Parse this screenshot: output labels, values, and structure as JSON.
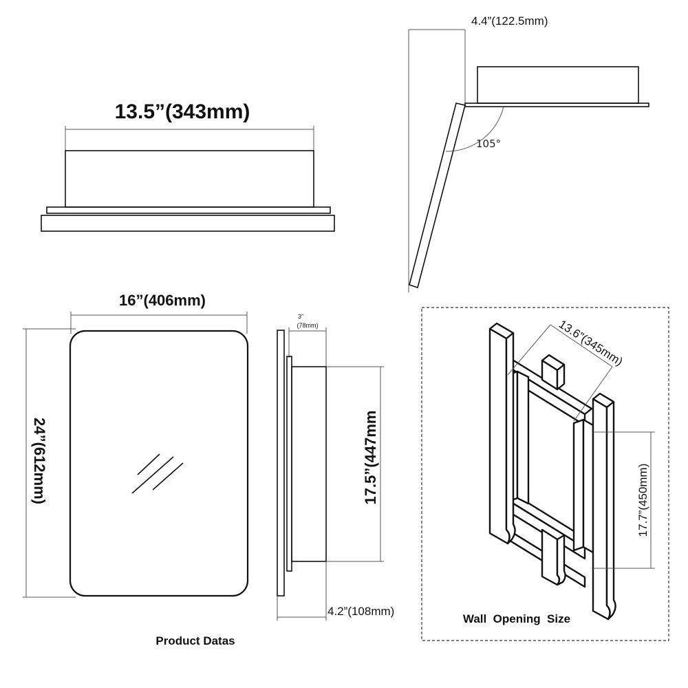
{
  "top_view": {
    "width_label": "13.5”(343mm)"
  },
  "side_open_view": {
    "depth_label": "4.4”(122.5mm)",
    "angle_label": "105°"
  },
  "front_view": {
    "width_label": "16”(406mm)",
    "height_label": "24”(612mm)"
  },
  "side_view": {
    "inset_label_line1": "3”",
    "inset_label_line2": "(78mm)",
    "body_height_label": "17.5”(447mm",
    "total_depth_label": "4.2”(108mm)"
  },
  "product_caption": "Product Datas",
  "wall_opening": {
    "width_label": "13.6”(345mm)",
    "height_label": "17.7”(450mm)",
    "caption": "Wall  Opening  Size"
  }
}
